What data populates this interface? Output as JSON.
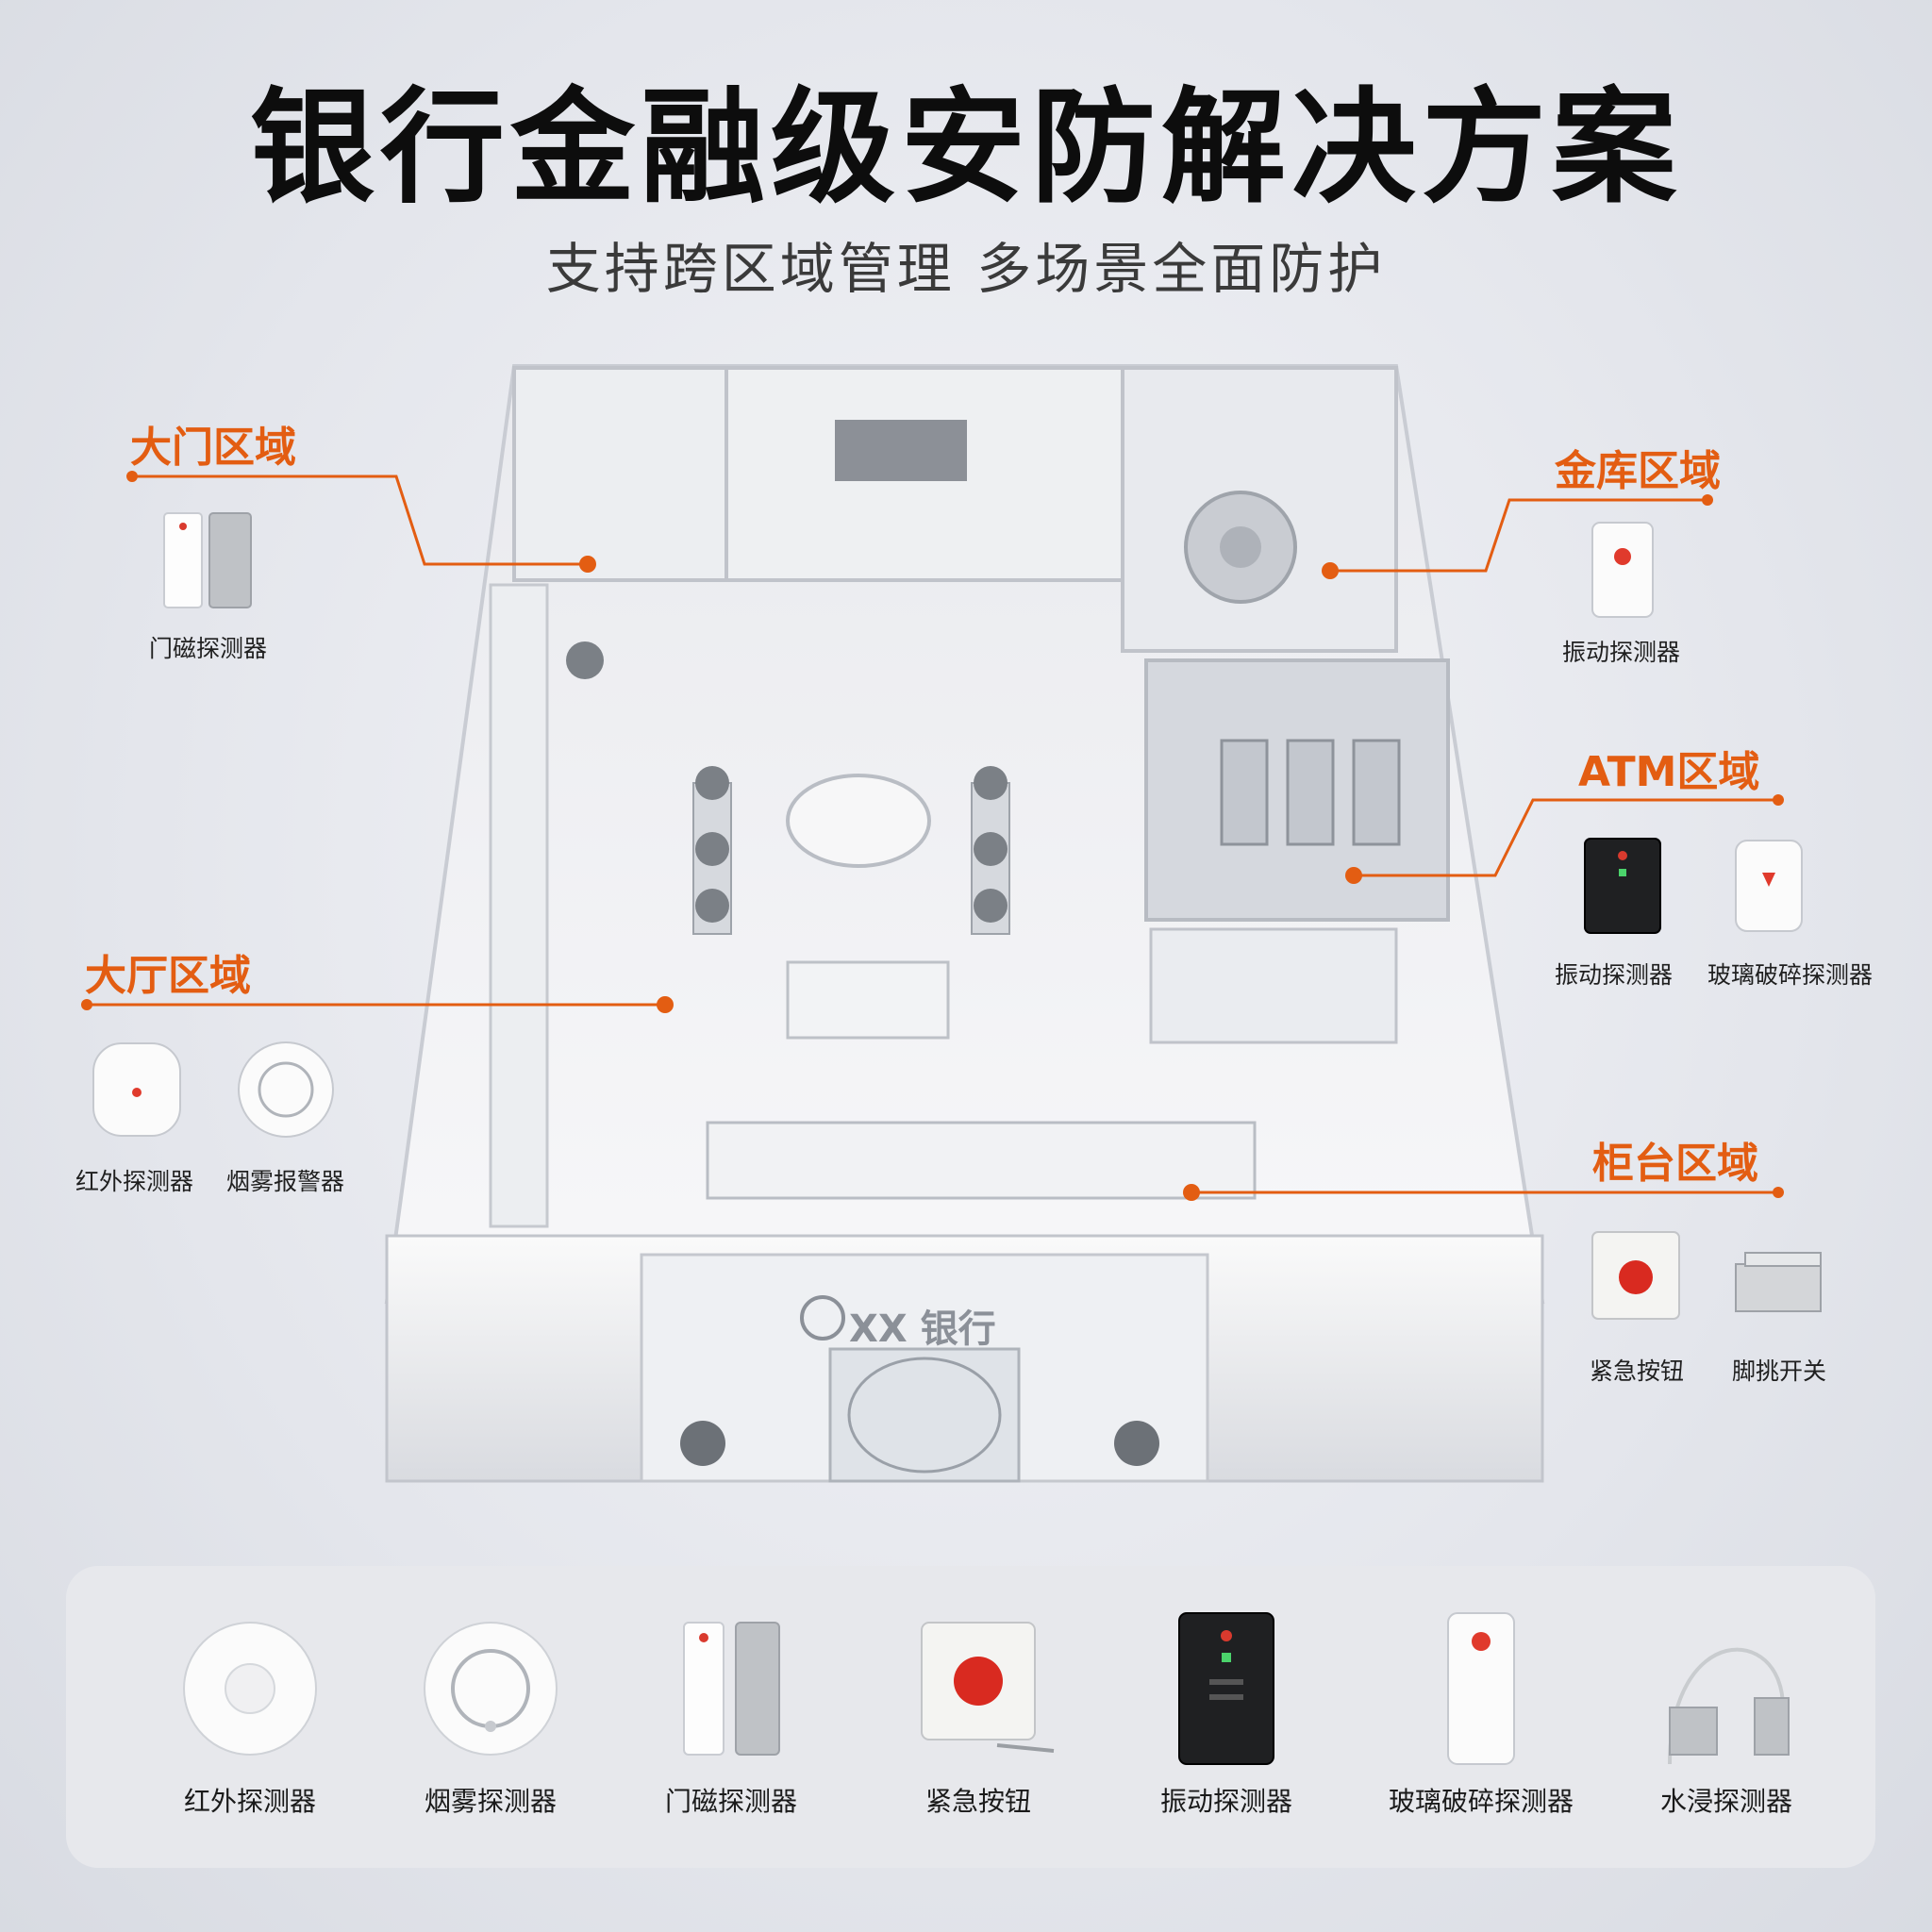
{
  "title": "银行金融级安防解决方案",
  "subtitle": "支持跨区域管理 多场景全面防护",
  "bank_sign": "XX 银行",
  "zones": {
    "gate": {
      "name": "大门区域",
      "devices": [
        "门磁探测器"
      ]
    },
    "lobby": {
      "name": "大厅区域",
      "devices": [
        "红外探测器",
        "烟雾报警器"
      ]
    },
    "vault": {
      "name": "金库区域",
      "devices": [
        "振动探测器"
      ]
    },
    "atm": {
      "name": "ATM区域",
      "devices": [
        "振动探测器",
        "玻璃破碎探测器"
      ]
    },
    "counter": {
      "name": "柜台区域",
      "devices": [
        "紧急按钮",
        "脚挑开关"
      ]
    }
  },
  "products": [
    {
      "name": "红外探测器",
      "icon": "infrared-detector-icon"
    },
    {
      "name": "烟雾探测器",
      "icon": "smoke-detector-icon"
    },
    {
      "name": "门磁探测器",
      "icon": "door-magnet-icon"
    },
    {
      "name": "紧急按钮",
      "icon": "emergency-button-icon"
    },
    {
      "name": "振动探测器",
      "icon": "vibration-detector-icon"
    },
    {
      "name": "玻璃破碎探测器",
      "icon": "glass-break-detector-icon"
    },
    {
      "name": "水浸探测器",
      "icon": "water-leak-detector-icon"
    }
  ],
  "colors": {
    "accent": "#e35d12",
    "title": "#0d0d0d",
    "panel": "#e7e8ec"
  }
}
